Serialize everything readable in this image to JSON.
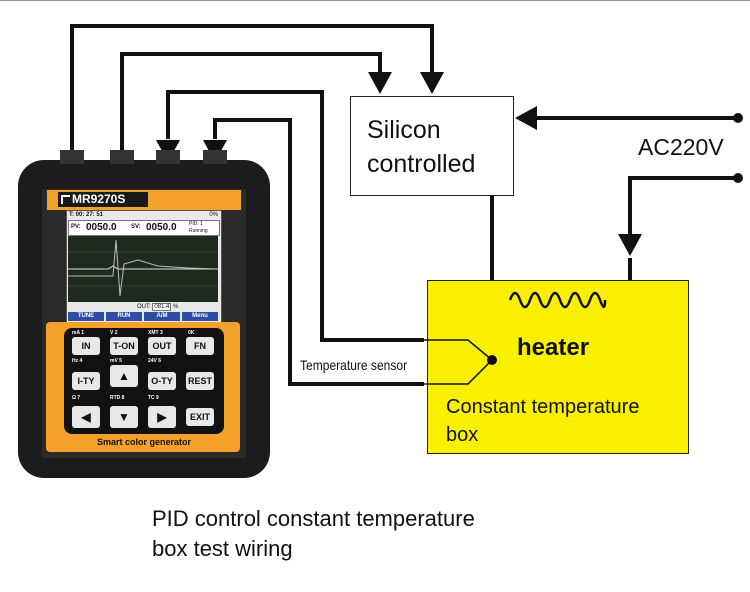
{
  "device": {
    "model": "MR9270S",
    "brand": "Smart color generator",
    "screen": {
      "time": "T: 00: 27: 51",
      "pct": "0%",
      "pv_label": "PV:",
      "pv_value": "0050.0",
      "sv_label": "SV:",
      "sv_value": "0050.0",
      "mode": "PID: 1",
      "status": "Running",
      "out_label": "OUT:",
      "out_value": "081.4",
      "out_unit": "%",
      "softkeys": [
        "TUNE",
        "RUN",
        "A/M",
        "Menu"
      ]
    },
    "keys": [
      {
        "label": "IN",
        "top": "mA 1"
      },
      {
        "label": "T-ON",
        "top": "V 2"
      },
      {
        "label": "OUT",
        "top": "XMT 3"
      },
      {
        "label": "FN",
        "top": "0K"
      },
      {
        "label": "I-TY",
        "top": "Hz 4"
      },
      {
        "label": "▲",
        "top": "mV 5"
      },
      {
        "label": "O-TY",
        "top": "24V 6"
      },
      {
        "label": "REST",
        "top": ""
      },
      {
        "label": "◀",
        "top": "Ω 7"
      },
      {
        "label": "▼",
        "top": "RTD 8"
      },
      {
        "label": "▶",
        "top": "TC 9"
      },
      {
        "label": "EXIT",
        "top": ""
      }
    ]
  },
  "diagram": {
    "scr_line1": "Silicon",
    "scr_line2": "controlled",
    "power_label": "AC220V",
    "heater_label": "heater",
    "sensor_label": "Temperature sensor",
    "box_line1": "Constant temperature",
    "box_line2": "box",
    "caption_line1": "PID control constant temperature",
    "caption_line2": "box test wiring"
  },
  "colors": {
    "device_body": "#1c1c1c",
    "device_accent": "#f4a12a",
    "box_fill": "#f9f000"
  }
}
